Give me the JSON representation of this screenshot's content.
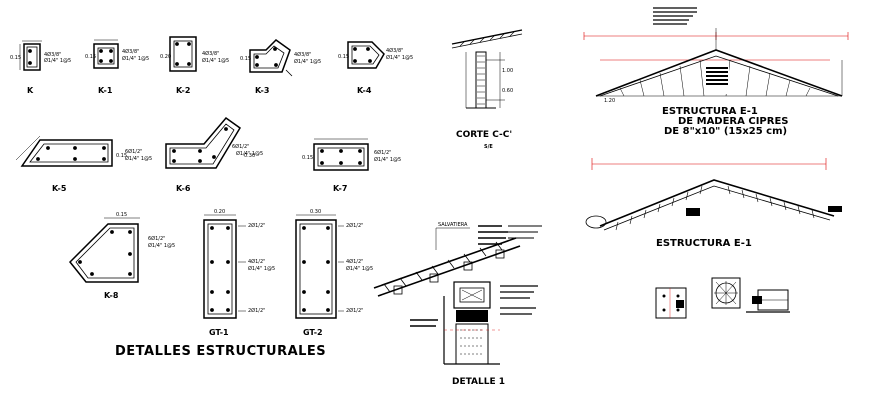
{
  "main_title": "DETALLES ESTRUCTURALES",
  "sections": {
    "k": "K",
    "k1": "K-1",
    "k2": "K-2",
    "k3": "K-3",
    "k4": "K-4",
    "k5": "K-5",
    "k6": "K-6",
    "k7": "K-7",
    "k8": "K-8",
    "gt1": "GT-1",
    "gt2": "GT-2"
  },
  "corte": {
    "title": "CORTE C-C'",
    "scale": "S/E"
  },
  "estructura1": {
    "title_l1": "ESTRUCTURA E-1",
    "title_l2": "DE MADERA CIPRES",
    "title_l3": "DE 8\"x10\" (15x25 cm)"
  },
  "estructura2": {
    "title": "ESTRUCTURA E-1"
  },
  "detalle": {
    "title": "DETALLE 1",
    "label_top": "SALVATIERA"
  },
  "dims": {
    "d015": "0.15",
    "d010": "0.10",
    "d020": "0.20",
    "d030": "0.30",
    "d060": "0.60",
    "d100": "1.00",
    "d120": "1.20"
  },
  "rebar": {
    "r1": "4Ø3/8\"",
    "r2": "Ø1/4\" 1@5",
    "r3": "6Ø1/2\"",
    "r4": "4Ø1/2\"",
    "r5": "2Ø1/2\""
  }
}
